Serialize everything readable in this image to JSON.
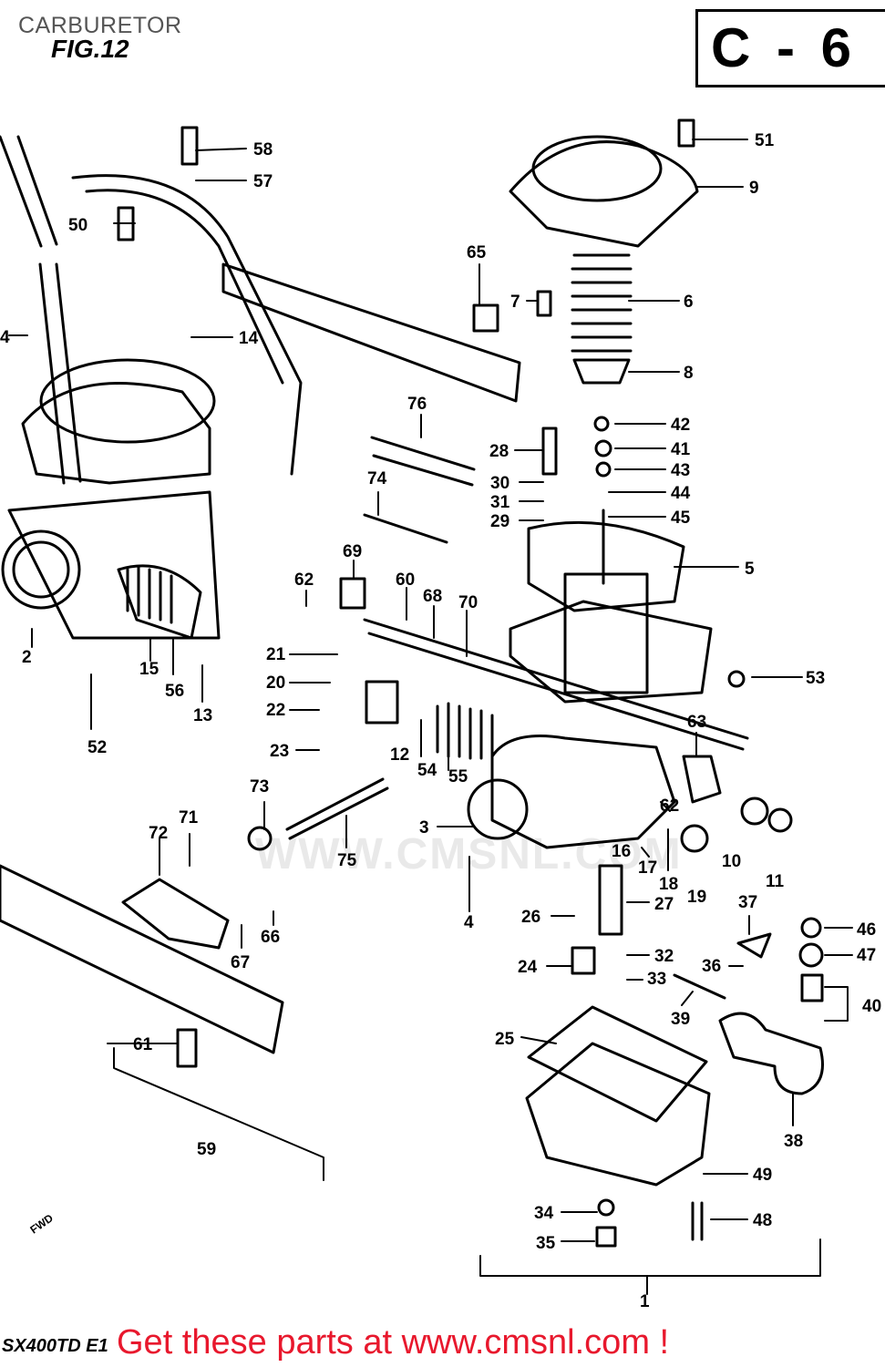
{
  "header": {
    "title": "CARBURETOR",
    "fig": "FIG.12",
    "code": "C - 6"
  },
  "watermark": "WWW.CMSNL.COM",
  "fwd_label": "FWD",
  "model": "SX400TD E1",
  "promo": "Get these parts at www.cmsnl.com !"
}
